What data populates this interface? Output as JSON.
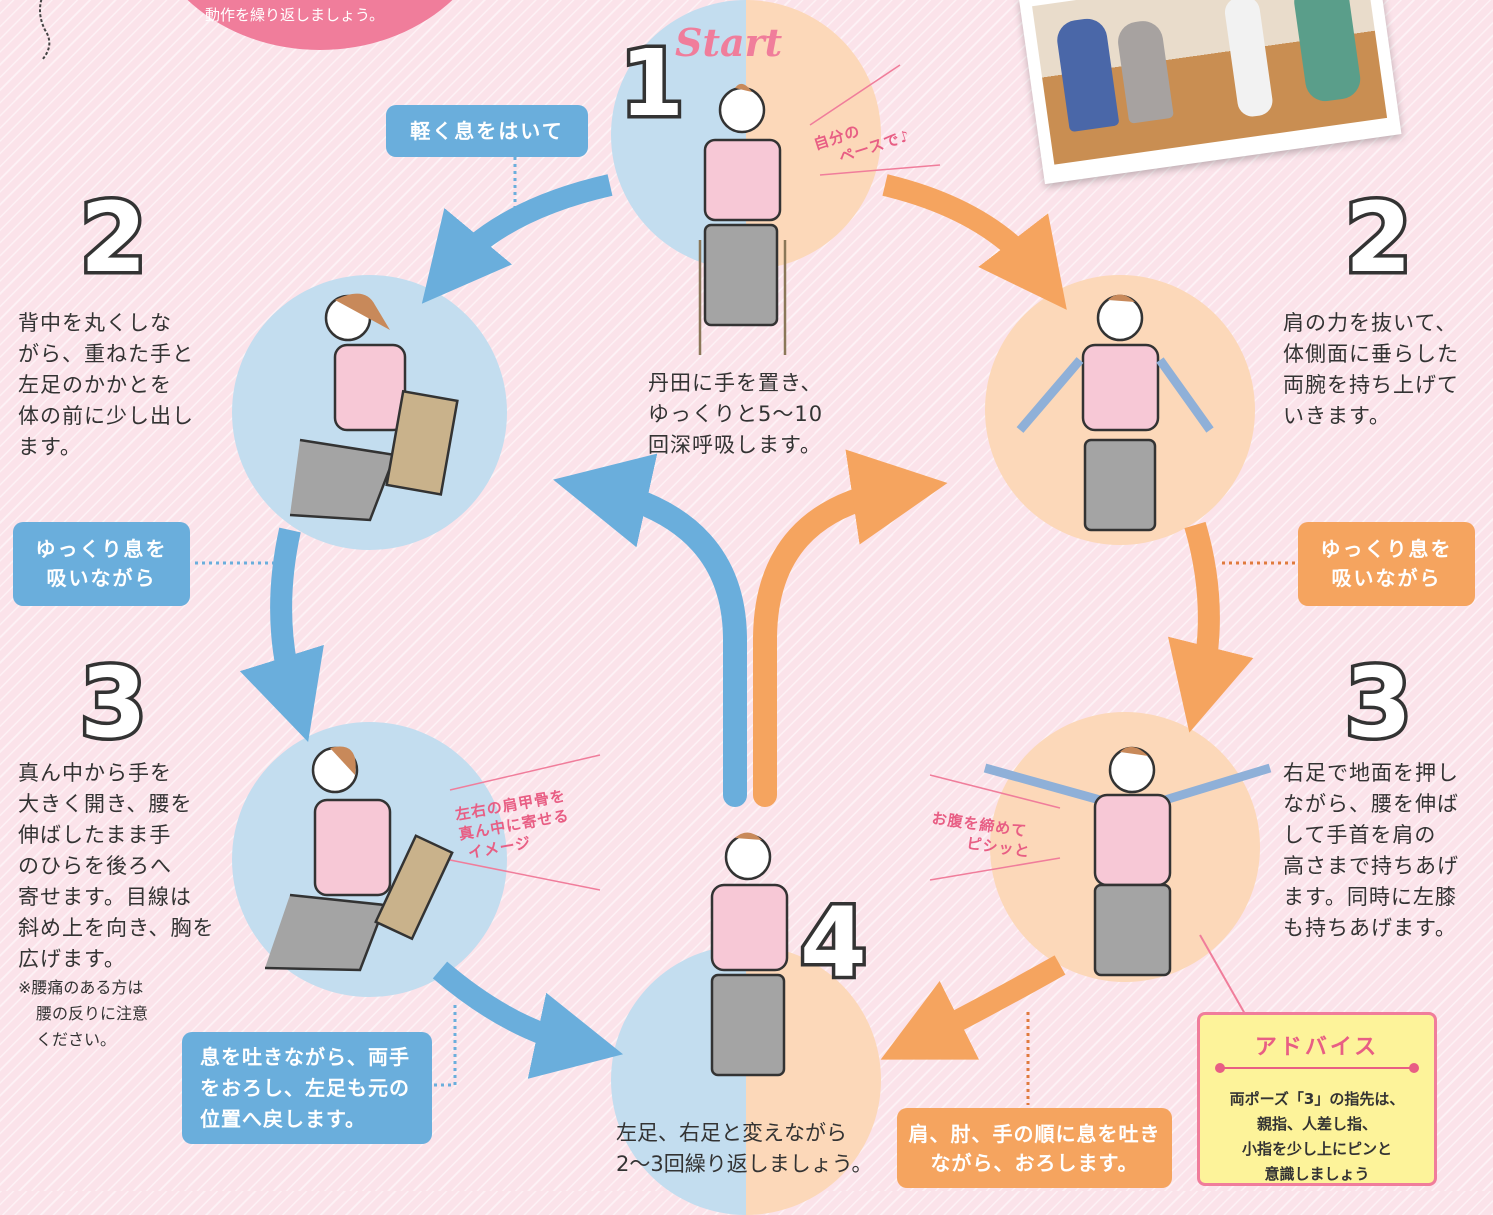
{
  "header": {
    "top_text": "動作を繰り返しましょう。",
    "start_label": "Start"
  },
  "steps": {
    "start": {
      "number": "1",
      "text": [
        "丹田に手を置き、",
        "ゆっくりと5〜10",
        "回深呼吸します。"
      ],
      "note": [
        "自分の",
        "ペースで♪"
      ]
    },
    "left_2": {
      "number": "2",
      "text": [
        "背中を丸くしな",
        "がら、重ねた手と",
        "左足のかかとを",
        "体の前に少し出し",
        "ます。"
      ]
    },
    "left_3": {
      "number": "3",
      "text": [
        "真ん中から手を",
        "大きく開き、腰を",
        "伸ばしたまま手",
        "のひらを後ろへ",
        "寄せます。目線は",
        "斜め上を向き、胸を",
        "広げます。"
      ],
      "caution": [
        "※腰痛のある方は",
        "腰の反りに注意",
        "ください。"
      ],
      "note": [
        "左右の肩甲骨を",
        "真ん中に寄せる",
        "イメージ"
      ]
    },
    "right_2": {
      "number": "2",
      "text": [
        "肩の力を抜いて、",
        "体側面に垂らした",
        "両腕を持ち上げて",
        "いきます。"
      ]
    },
    "right_3": {
      "number": "3",
      "text": [
        "右足で地面を押し",
        "ながら、腰を伸ば",
        "して手首を肩の",
        "高さまで持ちあげ",
        "ます。同時に左膝",
        "も持ちあげます。"
      ],
      "note": [
        "お腹を締めて",
        "ピシッと"
      ]
    },
    "end": {
      "number": "4",
      "text": [
        "左足、右足と変えながら",
        "2〜3回繰り返しましょう。"
      ]
    }
  },
  "pills": {
    "exhale_light": "軽く息をはいて",
    "inhale_left": [
      "ゆっくり息を",
      "吸いながら"
    ],
    "inhale_right": [
      "ゆっくり息を",
      "吸いながら"
    ],
    "exhale_left": [
      "息を吐きながら、両手",
      "をおろし、左足も元の",
      "位置へ戻します。"
    ],
    "exhale_right": [
      "肩、肘、手の順に息を吐き",
      "ながら、おろします。"
    ]
  },
  "advice": {
    "title": "アドバイス",
    "body": [
      "両ポーズ「3」の指先は、",
      "親指、人差し指、",
      "小指を少し上にピンと",
      "意識しましょう"
    ]
  },
  "colors": {
    "blue": "#6aaedc",
    "orange": "#f5a45f",
    "pink": "#f07d9b",
    "circle_blue": "#c3ddef",
    "circle_peach": "#fcd8b9",
    "background": "#fbe3ea"
  }
}
